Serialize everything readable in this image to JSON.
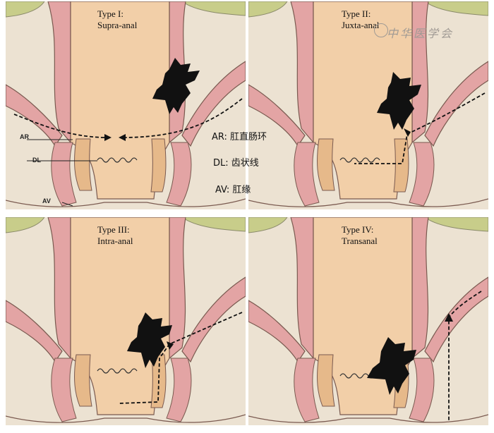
{
  "panels": [
    {
      "type_line": "Type I:",
      "sub_line": "Supra-anal"
    },
    {
      "type_line": "Type II:",
      "sub_line": "Juxta-anal"
    },
    {
      "type_line": "Type III:",
      "sub_line": "Intra-anal"
    },
    {
      "type_line": "Type IV:",
      "sub_line": "Transanal"
    }
  ],
  "anatomy_labels": {
    "ar": "AR",
    "dl": "DL",
    "av": "AV"
  },
  "legend": {
    "ar": "AR: 肛直肠环",
    "dl": "DL: 齿状线",
    "av": "AV: 肛缘"
  },
  "watermark": "中华医学会",
  "colors": {
    "mucosa": "#f2cfa8",
    "muscle": "#e3a4a4",
    "sphincter": "#e6b98a",
    "fat": "#ece2d2",
    "green": "#c8cd8a",
    "lesion": "#111111"
  }
}
